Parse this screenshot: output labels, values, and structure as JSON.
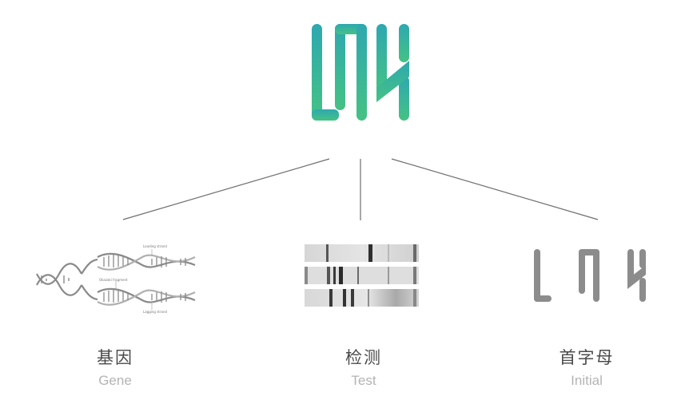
{
  "logo": {
    "icon": "lnx-logo-icon",
    "gradient_top": "#2ea8b0",
    "gradient_bottom": "#45c284"
  },
  "branches": [
    {
      "zh": "基因",
      "en": "Gene",
      "icon": "dna-helix-icon"
    },
    {
      "zh": "检测",
      "en": "Test",
      "icon": "gel-bands-icon"
    },
    {
      "zh": "首字母",
      "en": "Initial",
      "icon": "lnx-letters-icon"
    }
  ],
  "dna_labels": {
    "leading": "Leading strand",
    "okazaki": "Okazaki fragment",
    "lagging": "Lagging strand"
  },
  "colors": {
    "line": "#6e6e6e",
    "gray_logo": "#8c8c8c",
    "dna": "#8a8a8a"
  }
}
